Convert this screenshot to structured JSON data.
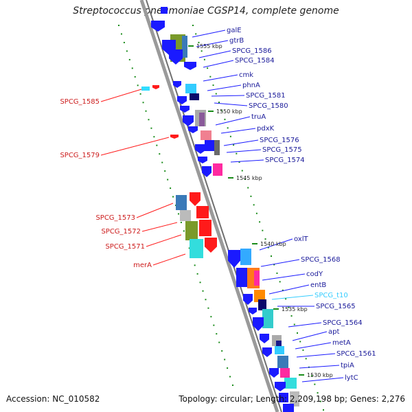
{
  "title": "Streptococcus pneumoniae CGSP14, complete genome",
  "footer": {
    "accession": "Accession: NC_010582",
    "topology": "Topology: circular; Length: 2,209,198 bp; Genes: 2,276"
  },
  "colors": {
    "forward": "#1a1aff",
    "reverse": "#ff1a1a",
    "rna": "#33ccff",
    "tick": "#1a8c1a",
    "backbone": "#808080"
  },
  "ticks": [
    "1555 kbp",
    "1550 kbp",
    "1545 kbp",
    "1540 kbp",
    "1535 kbp",
    "1530 kbp"
  ],
  "right_labels": [
    "galE",
    "gtrB",
    "SPCG_1586",
    "SPCG_1584",
    "cmk",
    "phnA",
    "SPCG_1581",
    "SPCG_1580",
    "truA",
    "pdxK",
    "SPCG_1576",
    "SPCG_1575",
    "SPCG_1574",
    "oxlT",
    "SPCG_1568",
    "codY",
    "entB",
    "SPCG_t10",
    "SPCG_1565",
    "SPCG_1564",
    "apt",
    "metA",
    "SPCG_1561",
    "tpiA",
    "lytC"
  ],
  "left_labels": [
    "SPCG_1585",
    "SPCG_1579",
    "SPCG_1573",
    "SPCG_1572",
    "SPCG_1571",
    "merA"
  ]
}
